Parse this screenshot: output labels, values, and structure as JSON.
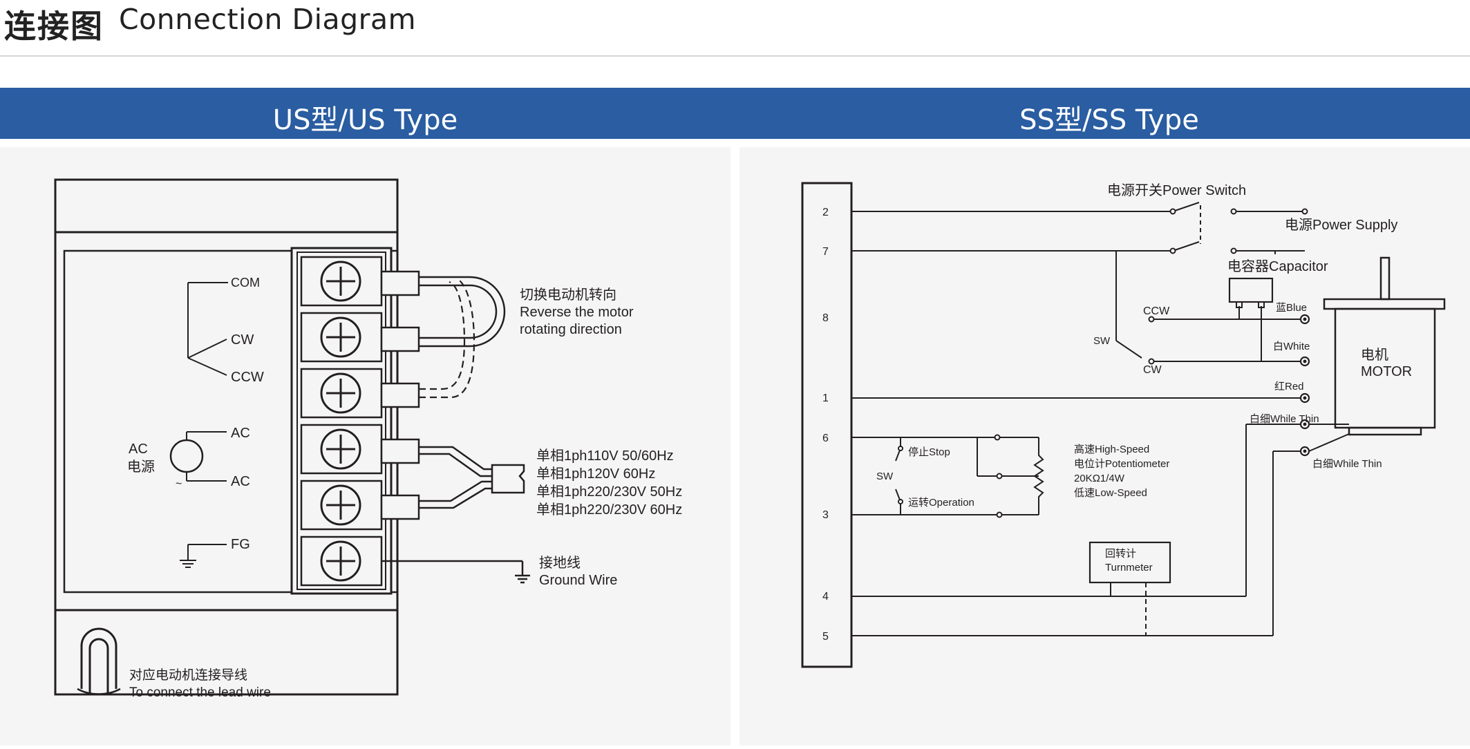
{
  "header": {
    "title_cn": "连接图",
    "title_en": "Connection Diagram"
  },
  "us_panel": {
    "title": "US型/US Type",
    "labels": {
      "com": "COM",
      "cw": "CW",
      "ccw": "CCW",
      "ac_top": "AC",
      "ac_bottom": "AC",
      "ac_power_1": "AC",
      "ac_power_2": "电源",
      "tilde": "~",
      "fg": "FG",
      "reverse_cn": "切换电动机转向",
      "reverse_en_1": "Reverse the motor",
      "reverse_en_2": "rotating direction",
      "supply": [
        "单相1ph110V 50/60Hz",
        "单相1ph120V 60Hz",
        "单相1ph220/230V 50Hz",
        "单相1ph220/230V 60Hz"
      ],
      "ground_cn": "接地线",
      "ground_en": "Ground Wire",
      "lead_cn": "对应电动机连接导线",
      "lead_en": "To connect the lead wire"
    }
  },
  "ss_panel": {
    "title": "SS型/SS Type",
    "terminals": [
      "2",
      "7",
      "8",
      "1",
      "6",
      "3",
      "4",
      "5"
    ],
    "labels": {
      "power_switch": "电源开关Power Switch",
      "power_supply": "电源Power Supply",
      "capacitor": "电容器Capacitor",
      "ccw": "CCW",
      "cw": "CW",
      "sw": "SW",
      "blue": "蓝Blue",
      "white": "白White",
      "red": "红Red",
      "thin_1": "白细While Thin",
      "thin_2": "白细While Thin",
      "motor_cn": "电机",
      "motor_en": "MOTOR",
      "stop": "停止Stop",
      "sw2": "SW",
      "operation": "运转Operation",
      "high_speed": "高速High-Speed",
      "potentiometer": "电位计Potentiometer",
      "pot_rating": "20KΩ1/4W",
      "low_speed": "低速Low-Speed",
      "turnmeter_cn": "回转计",
      "turnmeter_en": "Turnmeter"
    }
  },
  "colors": {
    "band": "#2a5da1",
    "panel": "#f5f5f5",
    "ink": "#231f20"
  }
}
